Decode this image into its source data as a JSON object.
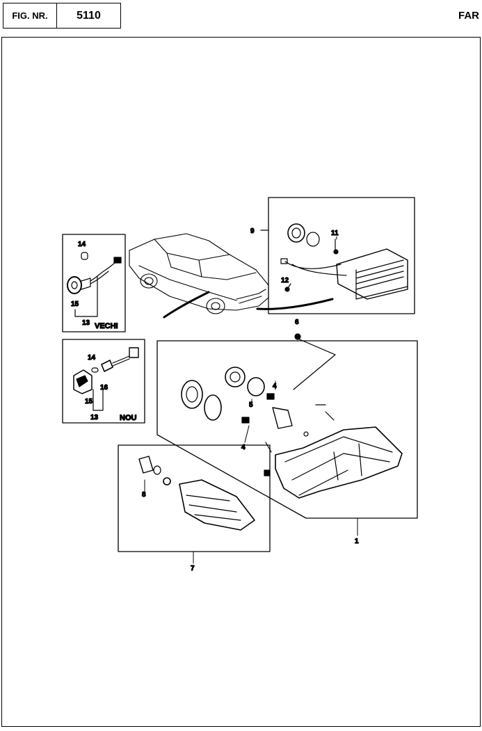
{
  "header": {
    "fig_label": "FIG. NR.",
    "fig_number": "5110",
    "section": "FAR"
  },
  "callouts": {
    "c1": "1",
    "c4a": "4",
    "c4b": "4",
    "c5": "5",
    "c6": "6",
    "c7": "7",
    "c8": "8",
    "c9": "9",
    "c11": "11",
    "c12": "12",
    "c13a": "13",
    "c13b": "13",
    "c14a": "14",
    "c14b": "14",
    "c15a": "15",
    "c15b": "15",
    "c16": "16"
  },
  "variants": {
    "old": "VECHI",
    "new": "NOU"
  }
}
